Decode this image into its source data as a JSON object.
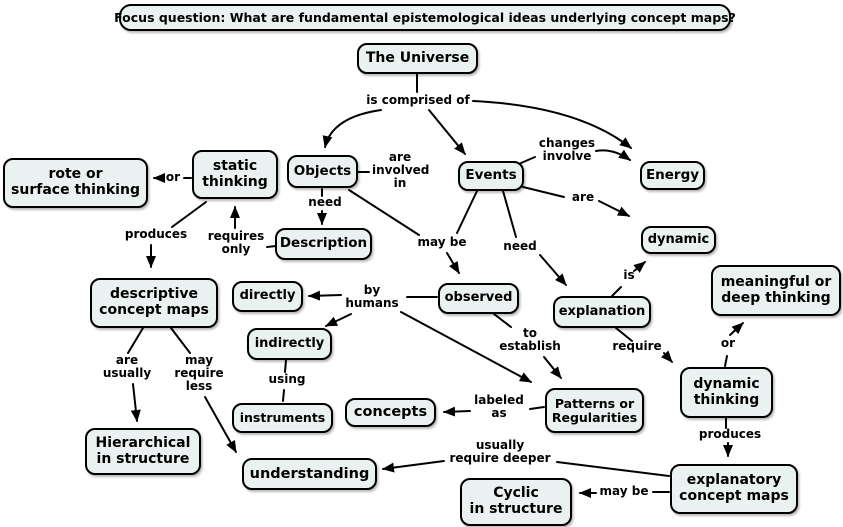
{
  "title": "Concept map",
  "focus_question": "Focus question: What are fundamental epistemological ideas underlying concept maps?",
  "colors": {
    "node_fill": "#eaf1f1",
    "line_color": "#000000",
    "background": "#ffffff"
  },
  "nodes": {
    "universe": "The Universe",
    "objects": "Objects",
    "events": "Events",
    "energy": "Energy",
    "dynamic": "dynamic",
    "rote": "rote or\nsurface thinking",
    "static": "static\nthinking",
    "description": "Description",
    "descriptive": "descriptive\nconcept maps",
    "directly": "directly",
    "indirectly": "indirectly",
    "observed": "observed",
    "explanation": "explanation",
    "meaningful": "meaningful or\ndeep thinking",
    "dynamic_thinking": "dynamic\nthinking",
    "instruments": "instruments",
    "concepts": "concepts",
    "patterns": "Patterns or\nRegularities",
    "hierarchical": "Hierarchical\nin structure",
    "understanding": "understanding",
    "cyclic": "Cyclic\nin structure",
    "explanatory": "explanatory\nconcept maps"
  },
  "links": {
    "is_comprised_of": "is comprised of",
    "are_involved_in": "are\ninvolved\nin",
    "changes_involve": "changes\ninvolve",
    "are_events": "are",
    "need_objects": "need",
    "need_events": "need",
    "may_be": "may be",
    "or_static": "or",
    "produces_static": "produces",
    "requires_only": "requires\nonly",
    "by_humans": "by\nhumans",
    "is_dynamic": "is",
    "to_establish": "to\nestablish",
    "require": "require",
    "or_dynamic": "or",
    "are_usually": "are\nusually",
    "may_require_less": "may\nrequire\nless",
    "using": "using",
    "labeled_as": "labeled\nas",
    "produces_dynamic": "produces",
    "usually_require_deeper": "usually\nrequire deeper",
    "may_be_cyclic": "may be"
  }
}
